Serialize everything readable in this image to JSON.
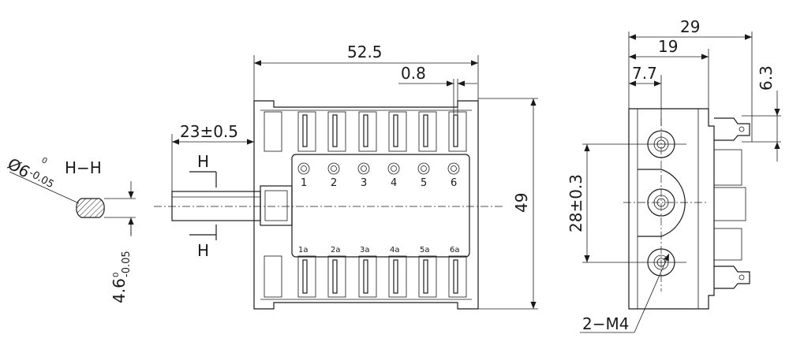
{
  "dimensions": {
    "width_total": "52.5",
    "gap": "0.8",
    "shaft_length": "23±0.5",
    "height": "49",
    "depth_total": "29",
    "depth_body": "19",
    "hole_offset": "7.7",
    "terminal_offset": "6.3",
    "hole_spacing": "28±0.3",
    "mount_holes": "2−M4"
  },
  "shaft": {
    "diameter_symbol": "Ø6",
    "diameter_upper_tol": "0",
    "diameter_lower_tol": "-0.05",
    "flat_value": "4.6",
    "flat_upper_tol": "0",
    "flat_lower_tol": "-0.05"
  },
  "section": {
    "label": "H−H",
    "cut_letter_top": "H",
    "cut_letter_bottom": "H"
  },
  "terminals_top": [
    "1",
    "2",
    "3",
    "4",
    "5",
    "6"
  ],
  "terminals_bottom": [
    "1a",
    "2a",
    "3a",
    "4a",
    "5a",
    "6a"
  ]
}
